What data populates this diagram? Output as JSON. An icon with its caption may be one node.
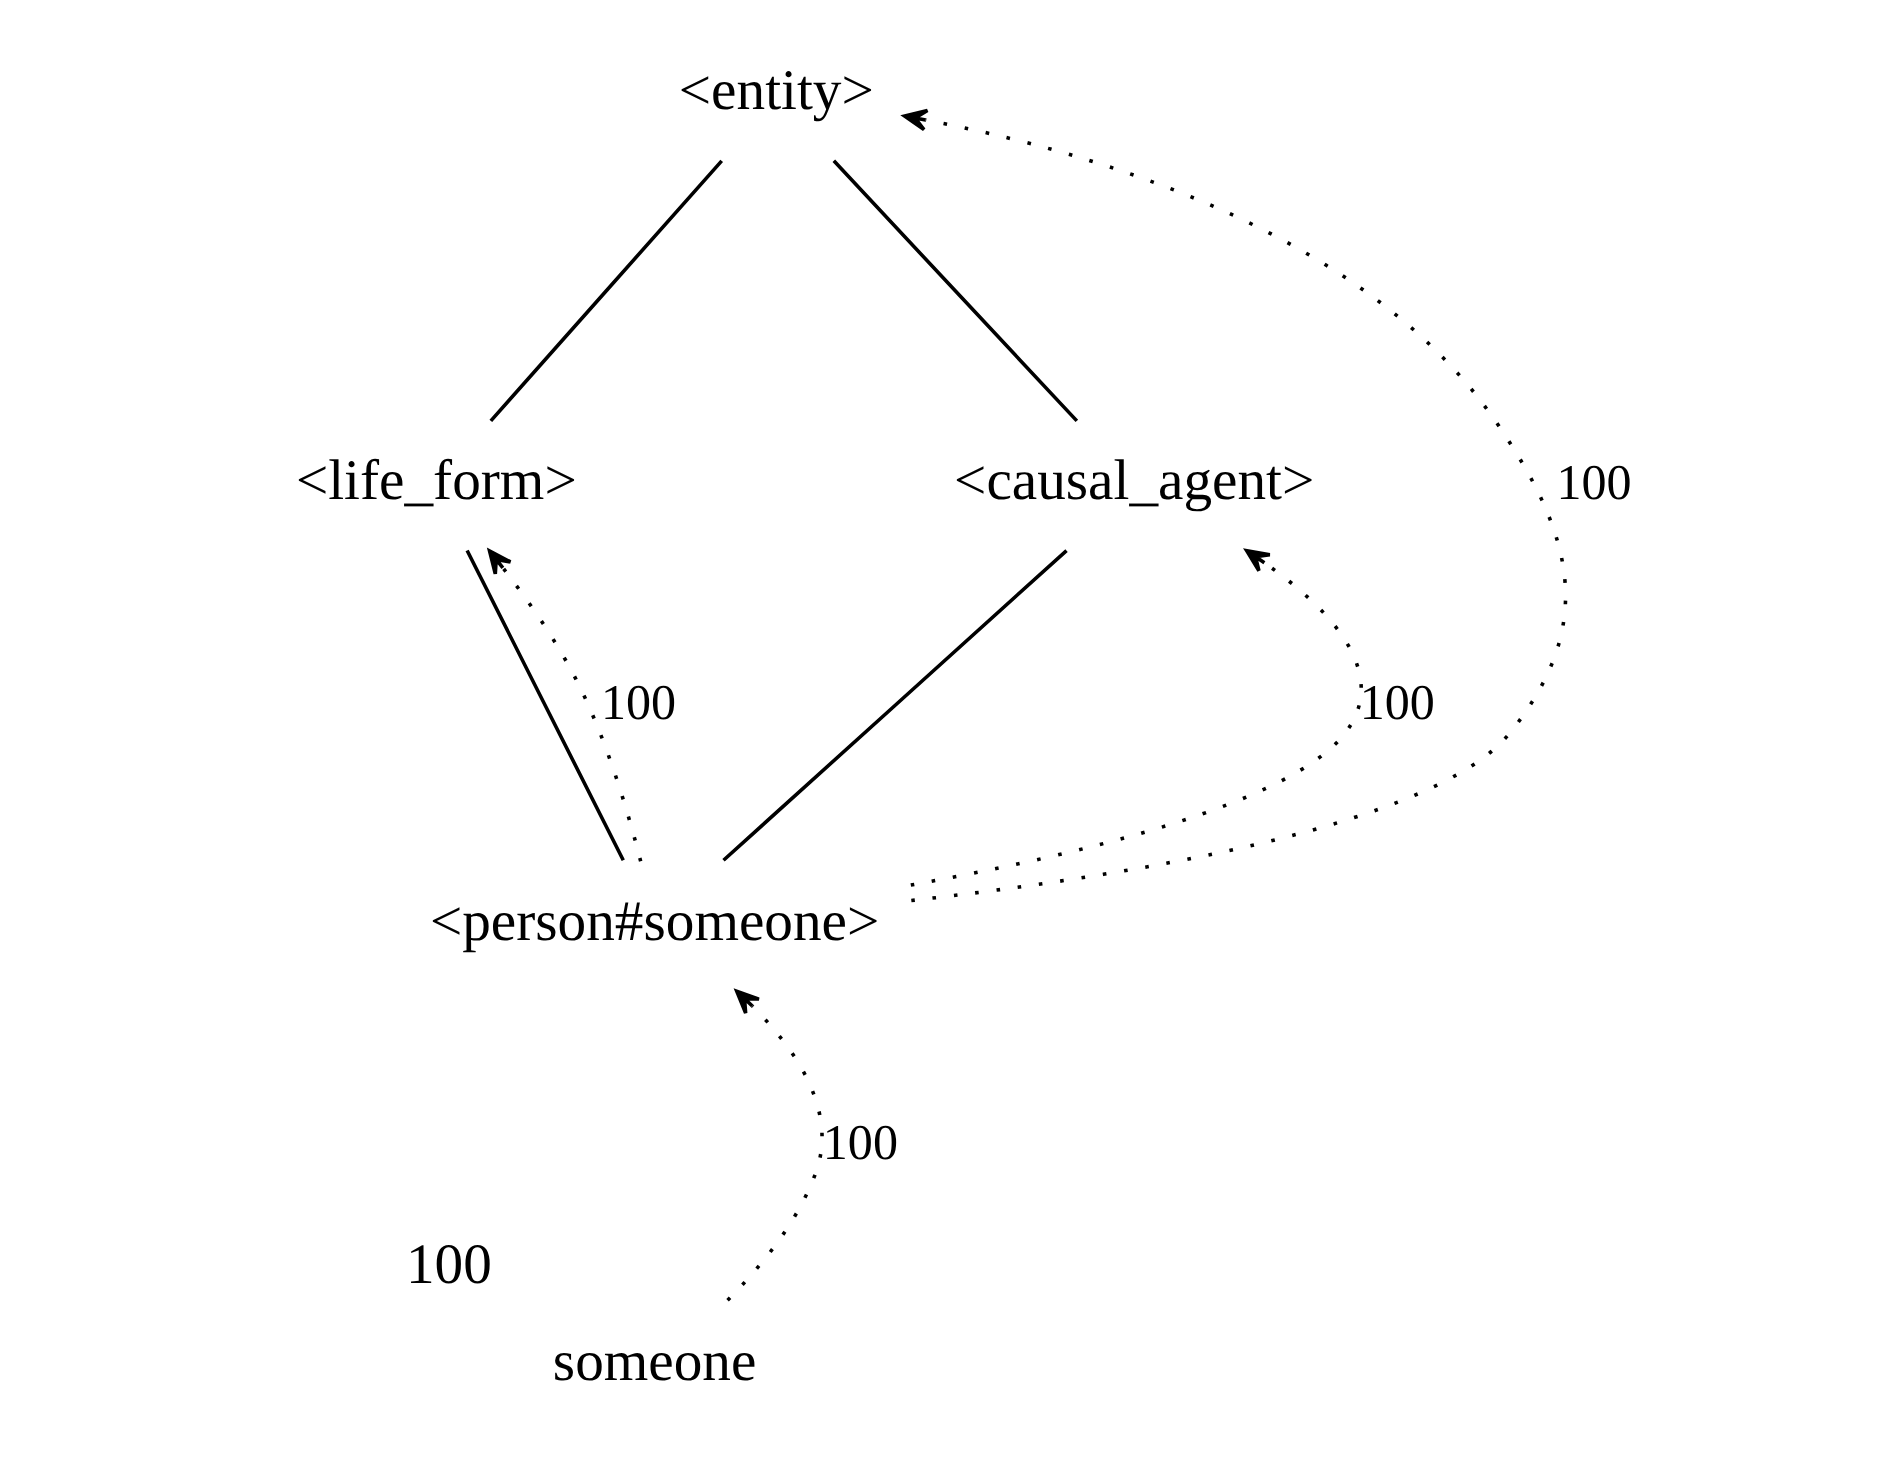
{
  "diagram": {
    "nodes": [
      {
        "text": [
          "<entity>"
        ]
      },
      {
        "text": [
          "<life_form>"
        ]
      },
      {
        "text": [
          "<causal_agent>"
        ]
      },
      {
        "text": [
          "<person#someone>"
        ]
      },
      {
        "text": [
          "someone"
        ],
        "beside": [
          "100"
        ]
      }
    ],
    "edges": [
      {
        "from": 0,
        "to": 1,
        "arrow": "none"
      },
      {
        "from": 0,
        "to": 2,
        "arrow": "none"
      },
      {
        "from": 3,
        "to": 0,
        "arrow": "to",
        "label": "100",
        "style": "dashed"
      },
      {
        "from": 1,
        "to": 3,
        "arrow": "none"
      },
      {
        "from": 3,
        "to": 1,
        "arrow": "to",
        "label": "100",
        "style": "dashed"
      },
      {
        "from": 3,
        "to": 2,
        "arrow": "to",
        "label": "100",
        "style": "dashed"
      },
      {
        "from": 2,
        "to": 3,
        "arrow": "none"
      },
      {
        "from": 4,
        "to": 3,
        "arrow": "to",
        "label": "100",
        "style": "dashed"
      }
    ]
  }
}
